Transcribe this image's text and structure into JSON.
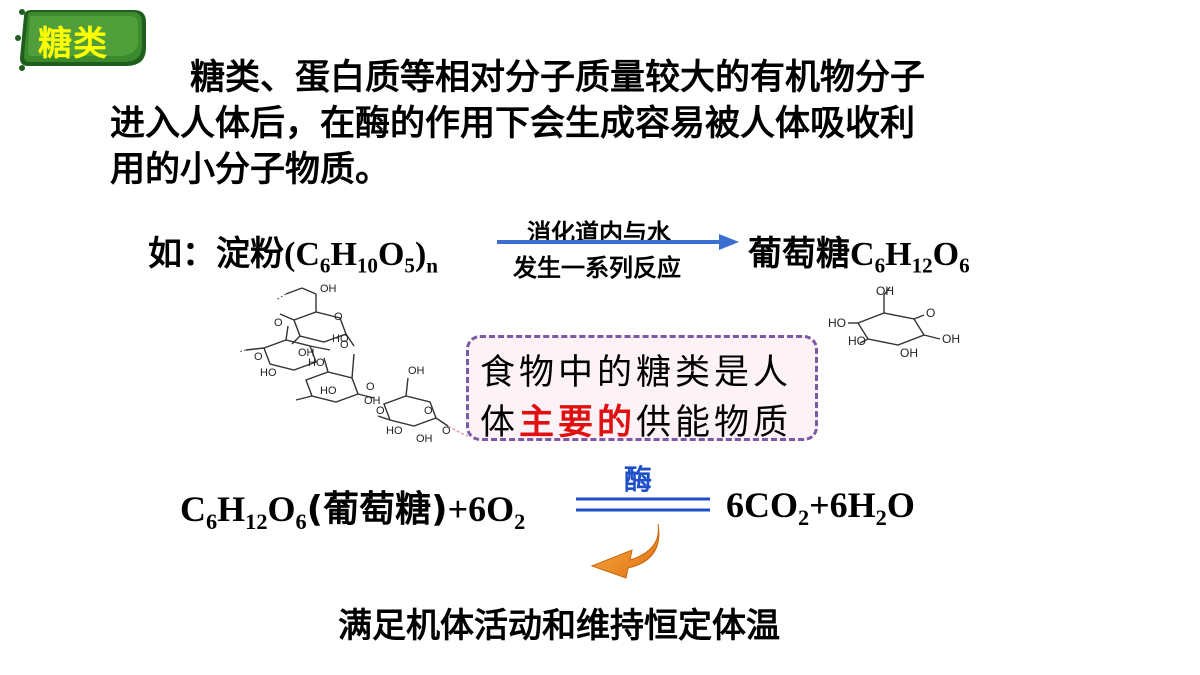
{
  "badge": {
    "label": "糖类"
  },
  "paragraph": {
    "line1": "糖类、蛋白质等相对分子质量较大的有机物分子",
    "line2": "进入人体后，在酶的作用下会生成容易被人体吸收利",
    "line3": "用的小分子物质。"
  },
  "reaction1": {
    "prefix": "如：淀粉",
    "starch_formula": {
      "open": "(C",
      "c": "6",
      "h_sym": "H",
      "h": "10",
      "o_sym": "O",
      "o": "5",
      "close": ")",
      "n": "n"
    },
    "condition_top": "消化道内与水",
    "condition_bottom": "发生一系列反应",
    "product_name": "葡萄糖",
    "glucose_formula": {
      "c_sym": "C",
      "c": "6",
      "h_sym": "H",
      "h": "12",
      "o_sym": "O",
      "o": "6"
    }
  },
  "callout": {
    "line1": "食物中的糖类是人",
    "line2_pre": "体",
    "line2_highlight": "主要的",
    "line2_post": "供能物质"
  },
  "reaction2": {
    "left": {
      "c_sym": "C",
      "c": "6",
      "h_sym": "H",
      "h": "12",
      "o_sym": "O",
      "o": "6",
      "name": "(葡萄糖)",
      "plus_o2": "+6O",
      "o2": "2"
    },
    "catalyst": "酶",
    "right": {
      "co2": "6CO",
      "co2_sub": "2",
      "plus_h2o": "+6H",
      "h_sub": "2",
      "o_end": "O"
    }
  },
  "bottom_text": "满足机体活动和维持恒定体温",
  "molecule_labels": {
    "oh": "OH",
    "ho": "HO",
    "o": "O"
  },
  "colors": {
    "badge_fill": "#3b8a2e",
    "badge_text": "#ffff00",
    "arrow": "#3a6fd1",
    "callout_border": "#7a5aa6",
    "callout_fill": "#fdf2f6",
    "highlight": "#e01010",
    "catalyst": "#1e4fc9",
    "curved_arrow": "#f08a1c"
  },
  "icons": {
    "badge_shape": "rounded-tab-icon",
    "reaction_arrow": "right-arrow-icon",
    "curved_arrow": "curved-down-left-arrow-icon"
  }
}
